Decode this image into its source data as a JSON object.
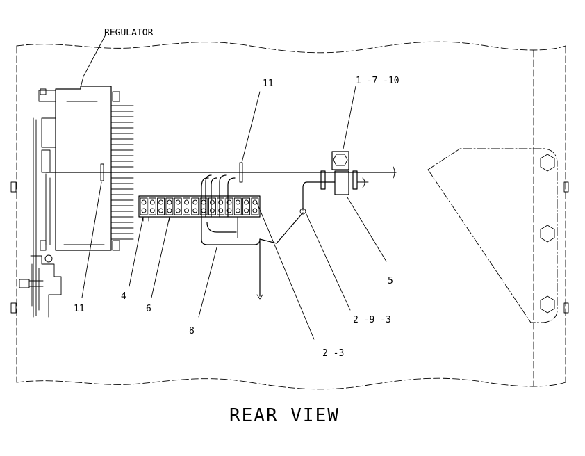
{
  "diagram": {
    "title": "REAR VIEW",
    "callouts": {
      "regulator": "REGULATOR",
      "c11_top": "11",
      "c1_7_10": "1 -7 -10",
      "c5": "5",
      "c2_9_3": "2 -9 -3",
      "c2_3": "2 -3",
      "c8": "8",
      "c6": "6",
      "c4": "4",
      "c11_bottom": "11"
    }
  }
}
